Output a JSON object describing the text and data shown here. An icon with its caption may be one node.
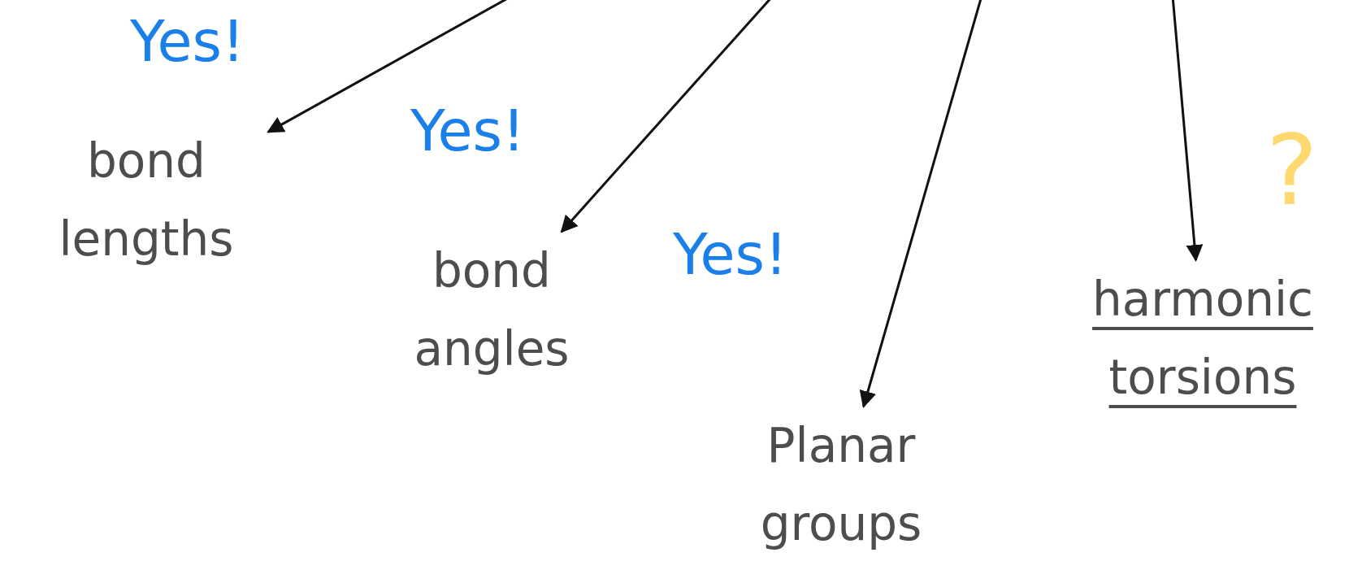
{
  "diagram": {
    "nodes": [
      {
        "text": [
          "bond lengths"
        ],
        "beside": [
          "Yes!"
        ]
      },
      {
        "text": [
          "bond angles"
        ],
        "beside": [
          "Yes!"
        ]
      },
      {
        "text": [
          "Planar groups"
        ],
        "beside": [
          "Yes!"
        ]
      },
      {
        "text": [
          "harmonic torsions"
        ],
        "beside": [
          "?"
        ]
      }
    ],
    "edges": [
      {
        "from": null,
        "to": 0,
        "arrow": "to"
      },
      {
        "from": null,
        "to": 1,
        "arrow": "to"
      },
      {
        "from": null,
        "to": 2,
        "arrow": "to"
      },
      {
        "from": null,
        "to": 3,
        "arrow": "to"
      }
    ]
  }
}
